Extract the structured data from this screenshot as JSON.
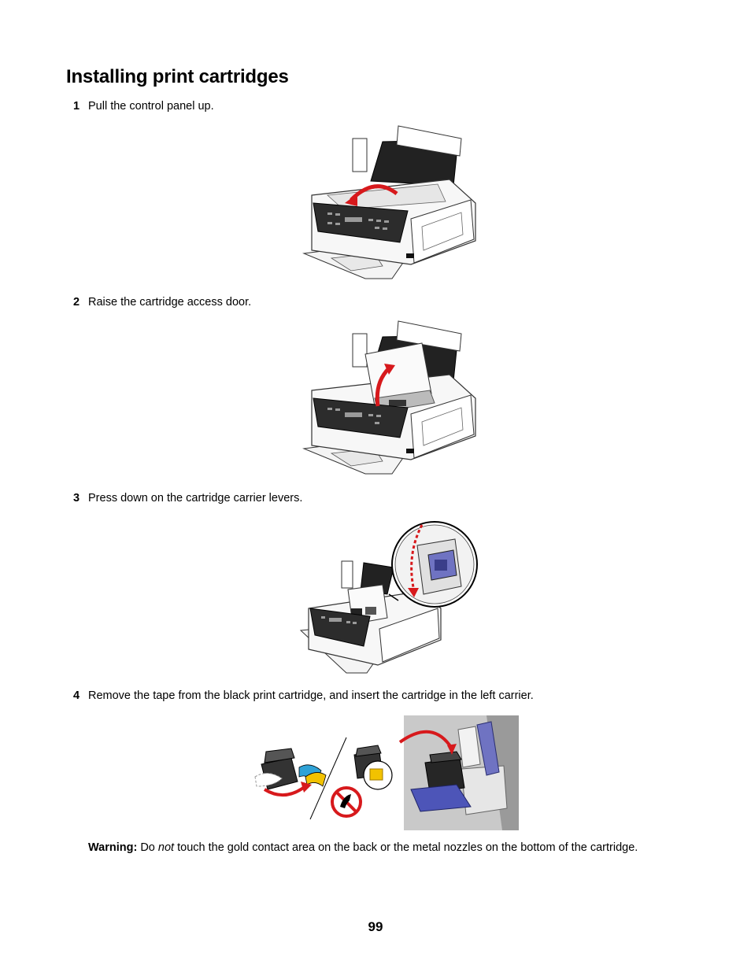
{
  "page": {
    "title": "Installing print cartridges",
    "page_number": "99"
  },
  "steps": [
    {
      "number": "1",
      "text": "Pull the control panel up."
    },
    {
      "number": "2",
      "text": "Raise the cartridge access door."
    },
    {
      "number": "3",
      "text": "Press down on the cartridge carrier levers."
    },
    {
      "number": "4",
      "text": "Remove the tape from the black print cartridge, and insert the cartridge in the left carrier."
    }
  ],
  "warning": {
    "label": "Warning:",
    "pre": "Do",
    "emphasis": "not",
    "post": "touch the gold contact area on the back or the metal nozzles on the bottom of the cartridge."
  },
  "figures": {
    "fig1": "printer-illustration-control-panel-up",
    "fig2": "printer-illustration-access-door-raised",
    "fig3": "printer-illustration-carrier-levers-zoom",
    "fig4": "cartridge-tape-removal-and-insertion"
  },
  "colors": {
    "arrow": "#d7191c",
    "carrier": "#6f73c2",
    "tape": "#f2c200"
  }
}
